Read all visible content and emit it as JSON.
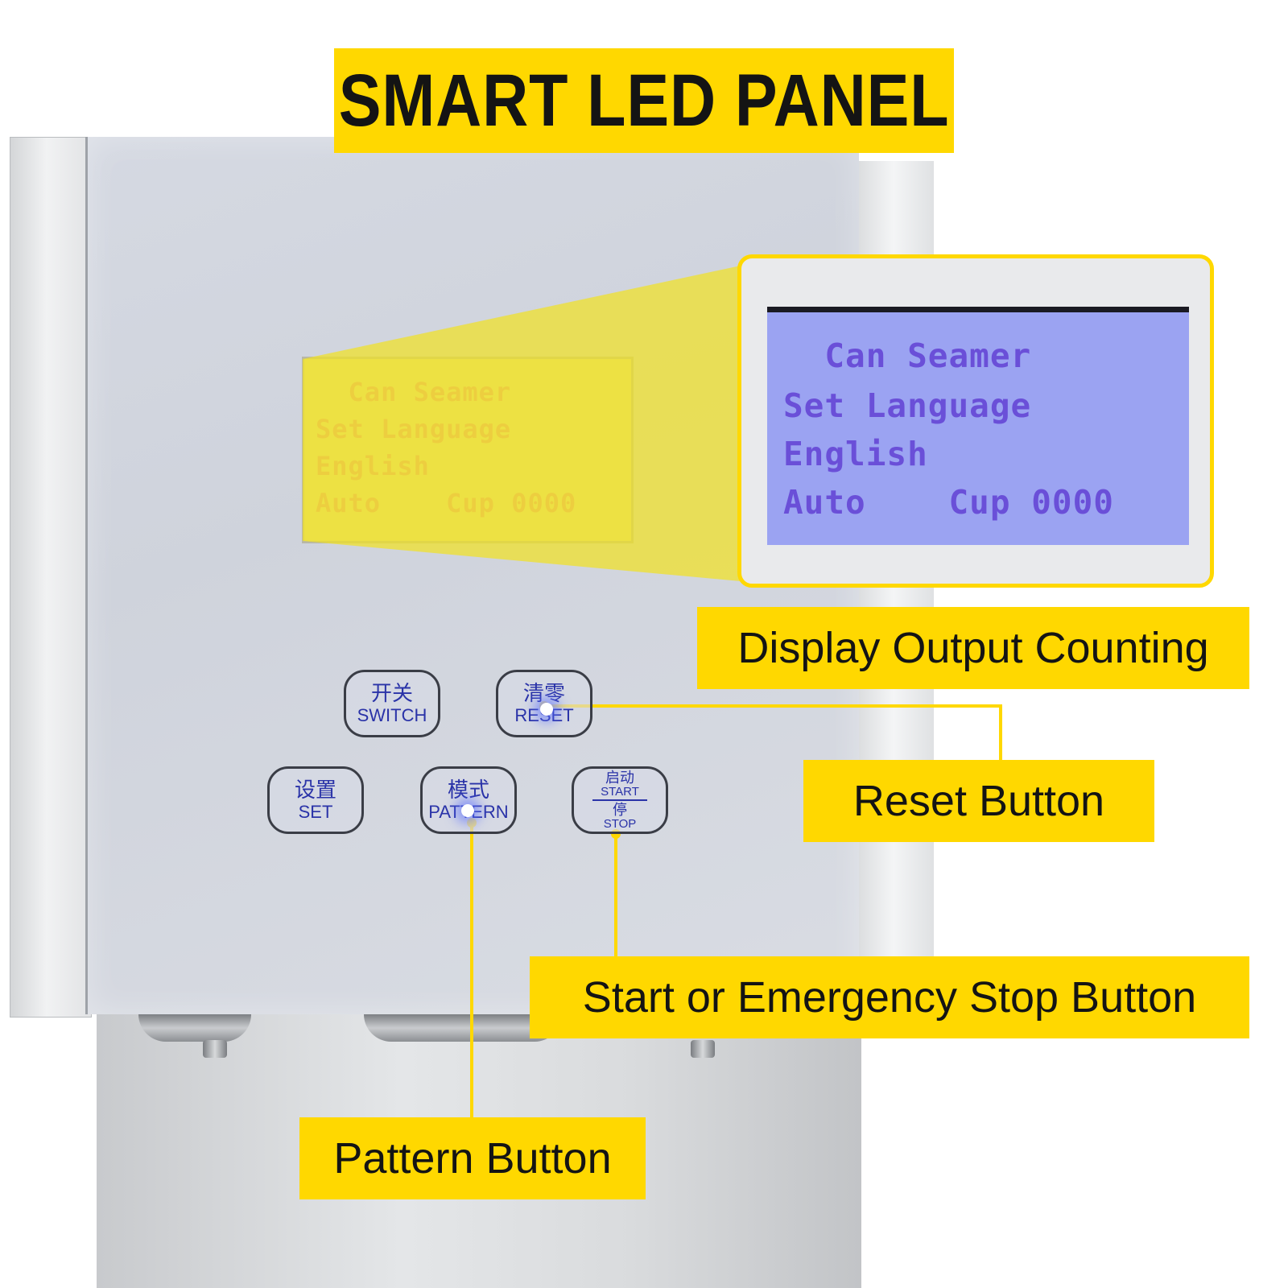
{
  "title": "SMART LED PANEL",
  "lcd_lines": [
    "  Can Seamer",
    "Set Language",
    "English",
    "Auto    Cup 0000"
  ],
  "buttons": {
    "switch": {
      "cn": "开关",
      "en": "SWITCH"
    },
    "reset": {
      "cn": "清零",
      "en": "RESET"
    },
    "set": {
      "cn": "设置",
      "en": "SET"
    },
    "pattern": {
      "cn": "模式",
      "en": "PATTERN"
    },
    "start_stop": {
      "cn_top": "启动",
      "en_top": "START",
      "cn_bottom": "停",
      "en_bottom": "STOP"
    }
  },
  "callouts": {
    "display": "Display Output Counting",
    "reset": "Reset Button",
    "start_stop": "Start or Emergency Stop Button",
    "pattern": "Pattern Button"
  },
  "colors": {
    "accent": "#ffd800",
    "lcd_zoom_bg": "#9ba3f2",
    "lcd_small_bg": "#e3de92",
    "button_text": "#2a33a8"
  }
}
